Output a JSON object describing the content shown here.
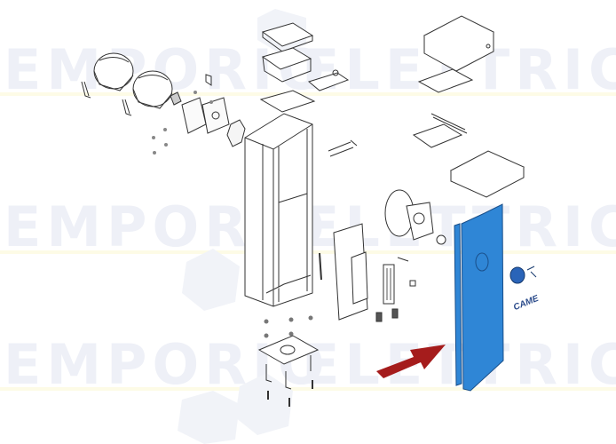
{
  "diagram": {
    "type": "exploded-parts-diagram",
    "watermark": {
      "rows": [
        {
          "left": "EMPORIO",
          "right": "ELETTRICO"
        },
        {
          "left": "EMPORIO",
          "right": "ELETTRICO"
        },
        {
          "left": "EMPORIO",
          "right": "ELETTRICO"
        }
      ]
    },
    "highlight": {
      "part": "front-cover-panel",
      "color": "#2f86d6",
      "arrow_color": "#a51c1c"
    },
    "labels": {
      "brand_badge": "CAME"
    },
    "parts": [
      "round-cover-left",
      "round-cover-right",
      "brackets",
      "screws",
      "mount-plate",
      "control-box-lid",
      "control-box",
      "circuit-board",
      "cabinet-column",
      "motor-cover",
      "motor-base-plate",
      "support-bar",
      "base-tray",
      "gear-motor",
      "control-panel-board",
      "battery-module",
      "front-cover-panel",
      "lock-cylinder",
      "brand-badge",
      "anchor-plate",
      "anchor-bolts"
    ]
  }
}
